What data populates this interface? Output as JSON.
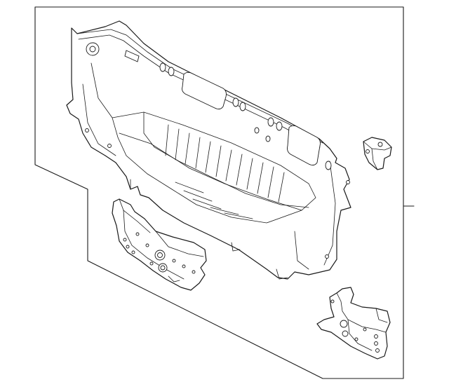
{
  "diagram": {
    "kind": "exploded parts illustration",
    "parts": [
      {
        "id": "rear-panel",
        "label": ""
      },
      {
        "id": "small-bracket",
        "label": ""
      },
      {
        "id": "left-reinforcement",
        "label": ""
      },
      {
        "id": "right-reinforcement",
        "label": ""
      }
    ],
    "colors": {
      "line": "#1a1a1a",
      "background": "#ffffff"
    }
  }
}
